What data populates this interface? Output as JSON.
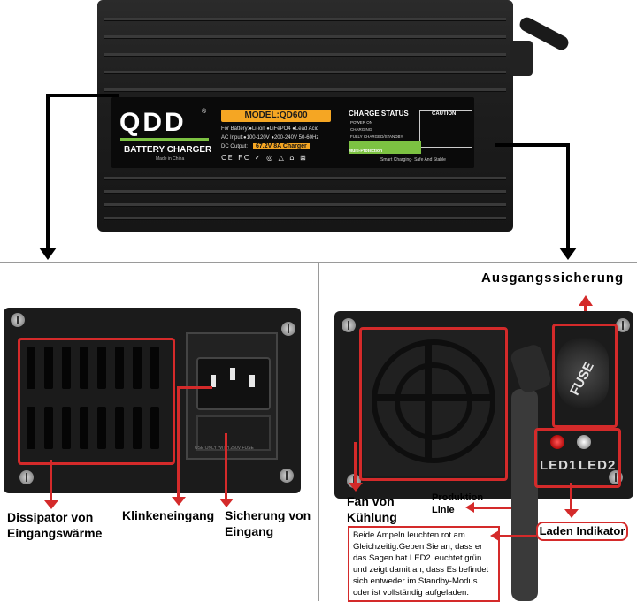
{
  "charger": {
    "brand": "QDD",
    "reg_mark": "®",
    "product_label": "BATTERY CHARGER",
    "made_in": "Made in China",
    "model": "MODEL:QD600",
    "battery_types": "For Battery:●Li-ion ●LiFePO4 ●Lead Acid",
    "ac_input": "AC Input:●100-120V ●200-240V   50-60Hz",
    "dc_output_label": "DC Output:",
    "dc_output_value": "67.2V 8A Charger",
    "certifications": "CE FC ✓ ◎ △ ⌂ ⊠",
    "charge_status_title": "CHARGE STATUS",
    "status_power_on": "POWER ON",
    "status_charging": "CHARGING",
    "status_fully_charged": "FULLY CHARGED/STANDBY",
    "caution_title": "CAUTION",
    "multi_protection": "Multi-Protection",
    "smart_charging": "Smart Charging· Safe And Stable",
    "colors": {
      "accent_orange": "#f5a623",
      "accent_green": "#7cc242",
      "annotation_red": "#d42a2a"
    }
  },
  "annotations": {
    "dissipator": "Dissipator von Eingangswärme",
    "socket": "Klinkeneingang",
    "input_fuse": "Sicherung von Eingang",
    "output_fuse": "Ausgangssicherung",
    "fan": "Fan von Kühlung",
    "production_line": "Produktion Linie",
    "led_indicator": "Laden Indikator",
    "led_description": "Beide Ampeln leuchten rot am Gleichzeitig.Geben Sie an, dass er das Sagen hat.LED2 leuchtet grün und zeigt damit an, dass Es befindet sich entweder im Standby-Modus oder ist vollständig aufgeladen."
  },
  "rear_panel": {
    "fuse_text": "FUSE",
    "led1": "LED1",
    "led2": "LED2",
    "fuse_marking": "USE ONLY WITH 250V FUSE"
  },
  "icons": [
    "screw-icon",
    "arrow-down-icon",
    "arrow-up-icon",
    "arrow-left-icon"
  ]
}
